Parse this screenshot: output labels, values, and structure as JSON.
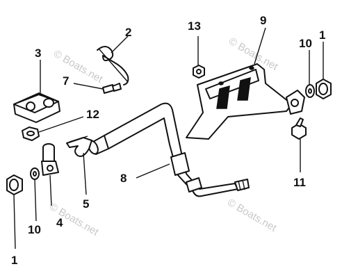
{
  "diagram": {
    "callouts": {
      "c1_right": "1",
      "c2": "2",
      "c3": "3",
      "c4": "4",
      "c5": "5",
      "c7": "7",
      "c8": "8",
      "c9": "9",
      "c10_right": "10",
      "c11": "11",
      "c12": "12",
      "c13": "13",
      "c10_left": "10",
      "c1_left": "1"
    },
    "watermarks": {
      "top_left": "© Boats.net",
      "top_right": "© Boats.net",
      "bottom_left": "© Boats.net",
      "bottom_right": "© Boats.net"
    }
  }
}
